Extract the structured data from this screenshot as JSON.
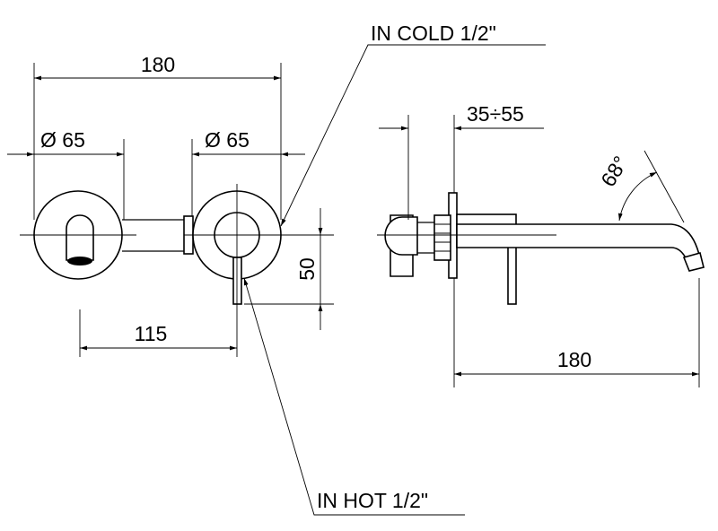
{
  "labels": {
    "cold_inlet": "IN COLD 1/2\"",
    "hot_inlet": "IN HOT 1/2\"",
    "dim_total_width": "180",
    "dim_left_diameter": "Ø  65",
    "dim_right_diameter": "Ø  65",
    "dim_centers": "115",
    "dim_height": "50",
    "dim_wall_depth": "35÷55",
    "dim_angle": "68°",
    "dim_spout_length": "180"
  }
}
